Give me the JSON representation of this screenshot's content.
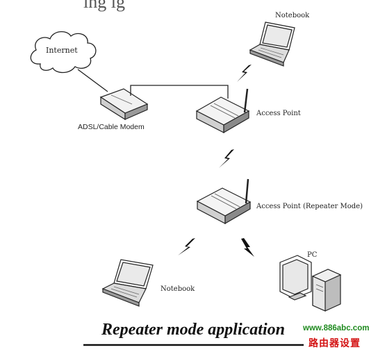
{
  "diagram": {
    "caption": "Repeater mode application",
    "nodes": {
      "internet": "Internet",
      "modem": "ADSL/Cable Modem",
      "access_point": "Access Point",
      "repeater": "Access Point (Repeater Mode)",
      "notebook_top": "Notebook",
      "notebook_bottom": "Notebook",
      "pc": "PC"
    },
    "header_fragment": "ing  ig"
  },
  "watermark": {
    "site": "www.886abc.com",
    "site_cn": "路由器设置",
    "site_color": "#1e8a1e",
    "cn_color": "#d41515"
  }
}
